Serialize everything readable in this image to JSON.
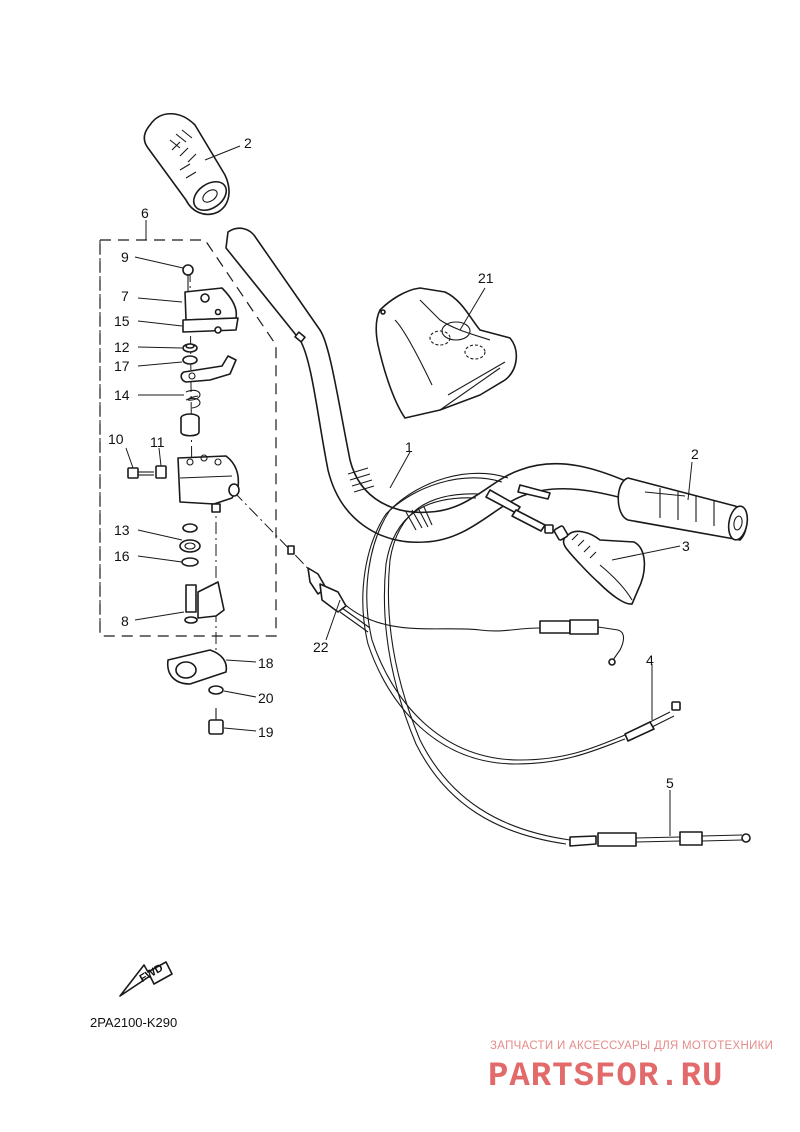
{
  "diagram": {
    "callouts": {
      "c1": "1",
      "c2a": "2",
      "c2b": "2",
      "c3": "3",
      "c4": "4",
      "c5": "5",
      "c6": "6",
      "c7": "7",
      "c8": "8",
      "c9": "9",
      "c10": "10",
      "c11": "11",
      "c12": "12",
      "c13": "13",
      "c14": "14",
      "c15": "15",
      "c16": "16",
      "c17": "17",
      "c18": "18",
      "c19": "19",
      "c20": "20",
      "c21": "21",
      "c22": "22"
    },
    "fwd_label": "FWD",
    "diagram_code": "2PA2100-K290"
  },
  "watermark": {
    "subtitle": "ЗАПЧАСТИ И АКСЕССУАРЫ ДЛЯ МОТОТЕХНИКИ",
    "logo": "PARTSFOR.RU"
  }
}
